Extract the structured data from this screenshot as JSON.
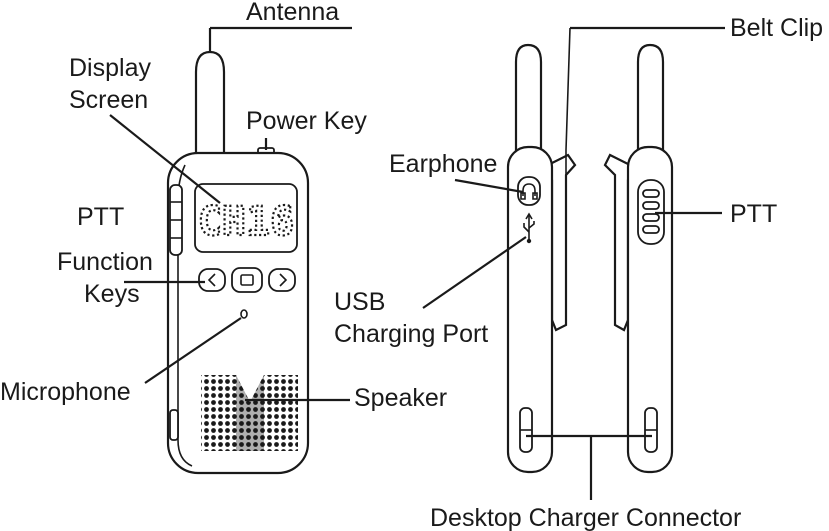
{
  "labels": {
    "antenna": "Antenna",
    "display_line1": "Display",
    "display_line2": "Screen",
    "power_key": "Power Key",
    "ptt_left": "PTT",
    "function_line1": "Function",
    "function_line2": "Keys",
    "microphone": "Microphone",
    "speaker": "Speaker",
    "belt_clip": "Belt Clip",
    "earphone": "Earphone",
    "usb_line1": "USB",
    "usb_line2": "Charging Port",
    "ptt_right": "PTT",
    "desktop_charger": "Desktop Charger Connector"
  },
  "display": {
    "text": "CH16"
  },
  "icons": {
    "earphone": "headphone-icon",
    "usb": "usb-icon",
    "left_key": "chevron-left-icon",
    "center_key": "square-icon",
    "right_key": "chevron-right-icon"
  }
}
